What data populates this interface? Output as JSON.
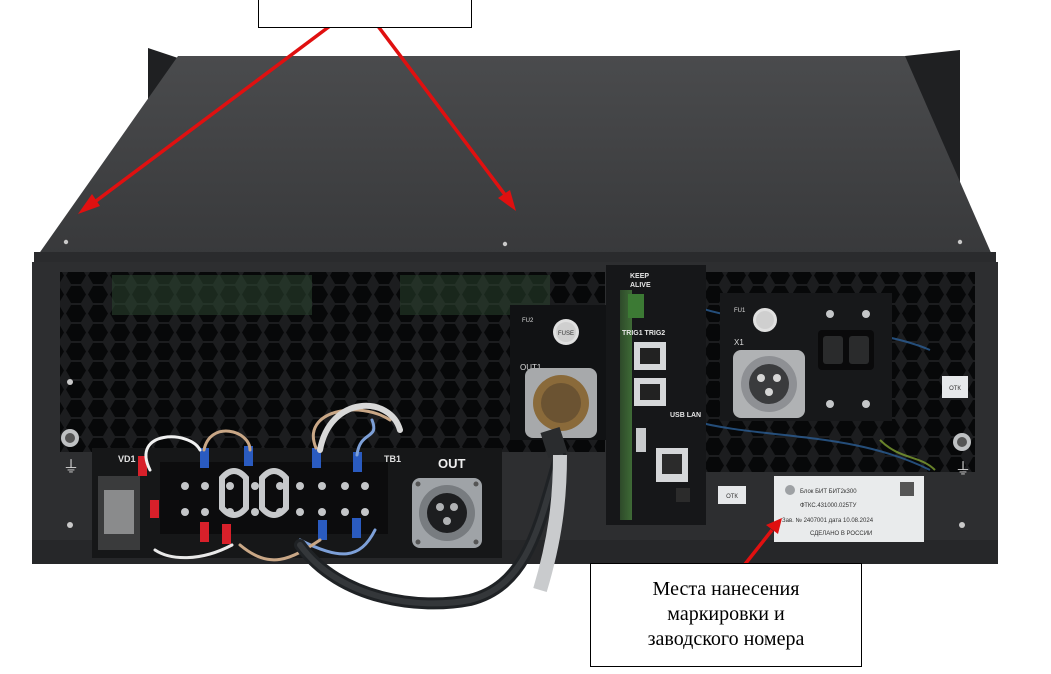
{
  "callouts": {
    "top_box_text": "",
    "bottom_box_lines": [
      "Места нанесения",
      "маркировки и",
      "заводского номера"
    ]
  },
  "device_labels": {
    "keep_alive": [
      "KEEP",
      "ALIVE"
    ],
    "trig_ports": "TRIG1 TRIG2",
    "usb_lan": "USB LAN",
    "out1": "OUT1",
    "x1": "X1",
    "out": "OUT",
    "vd1": "VD1",
    "tb1": "TB1",
    "fuse": "FUSE",
    "rating_label": [
      "Блок БИТ БИТ2к300",
      "ФТКС.431000.025ТУ",
      "Зав. № 2407001 дата 10.08.2024",
      "СДЕЛАНО В РОССИИ"
    ],
    "small_tag_1": "ОТК",
    "small_tag_2": "ОТК"
  },
  "colors": {
    "arrow": "#e01010",
    "chassis": "#2b2c2e",
    "lid": "#3a3b3d",
    "mesh_hole": "#0d0e10",
    "label_plate": "#e9ebec"
  }
}
